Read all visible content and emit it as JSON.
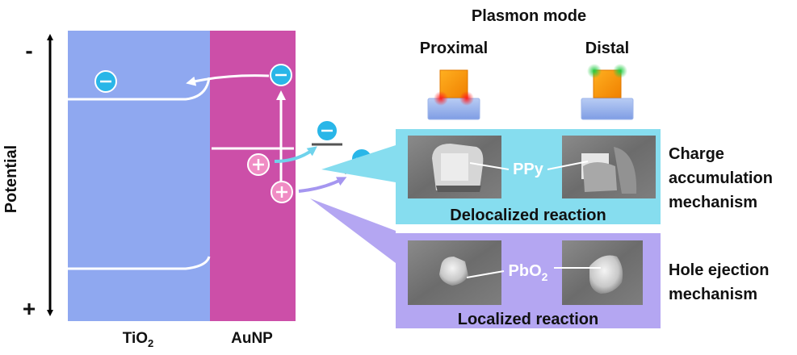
{
  "axis": {
    "label": "Potential",
    "minus_sign": "-",
    "plus_sign": "+"
  },
  "bands": {
    "tio2_label": "TiO",
    "tio2_subscript": "2",
    "aunp_label": "AuNP",
    "tio2_color": "#8FA8F0",
    "aunp_color": "#CC4FA8"
  },
  "plasmon": {
    "title": "Plasmon mode",
    "proximal": "Proximal",
    "distal": "Distal"
  },
  "panels": {
    "top": {
      "reaction": "Delocalized reaction",
      "product": "PPy",
      "mechanism": [
        "Charge",
        "accumulation",
        "mechanism"
      ],
      "color": "#86DDEF"
    },
    "bottom": {
      "reaction": "Localized reaction",
      "product": "PbO",
      "product_subscript": "2",
      "mechanism": [
        "Hole ejection",
        "mechanism"
      ],
      "color": "#B4A6F2"
    }
  },
  "colors": {
    "electron": "#29B6E8",
    "hole": "#F08CC4",
    "cyan_arrow": "#6FD3EC",
    "purple_arrow": "#A596F0"
  }
}
